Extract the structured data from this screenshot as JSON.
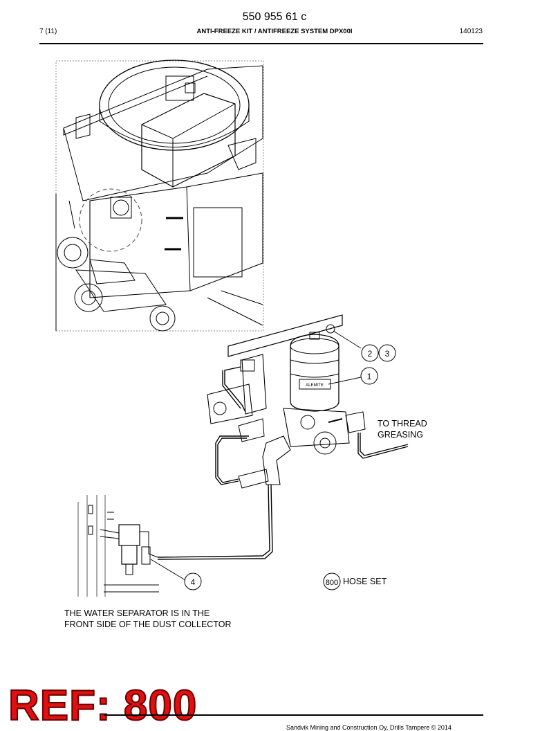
{
  "header": {
    "doc_number": "550 955 61 c",
    "page": "7 (11)",
    "title": "ANTI-FREEZE KIT / ANTIFREEZE SYSTEM DPX00I",
    "date": "140123"
  },
  "callouts": {
    "c1": "1",
    "c2": "2",
    "c3": "3",
    "c4": "4",
    "c800": "800"
  },
  "labels": {
    "thread_line1": "TO THREAD",
    "thread_line2": "GREASING",
    "hose_set": "HOSE SET",
    "separator_line1": "THE WATER SEPARATOR IS IN THE",
    "separator_line2": "FRONT SIDE OF THE DUST COLLECTOR",
    "lubricator_brand": "ALEMITE"
  },
  "footer": {
    "ref": "REF: 800",
    "copyright": "Sandvik Mining and Construction Oy, Drills Tampere © 2014"
  }
}
